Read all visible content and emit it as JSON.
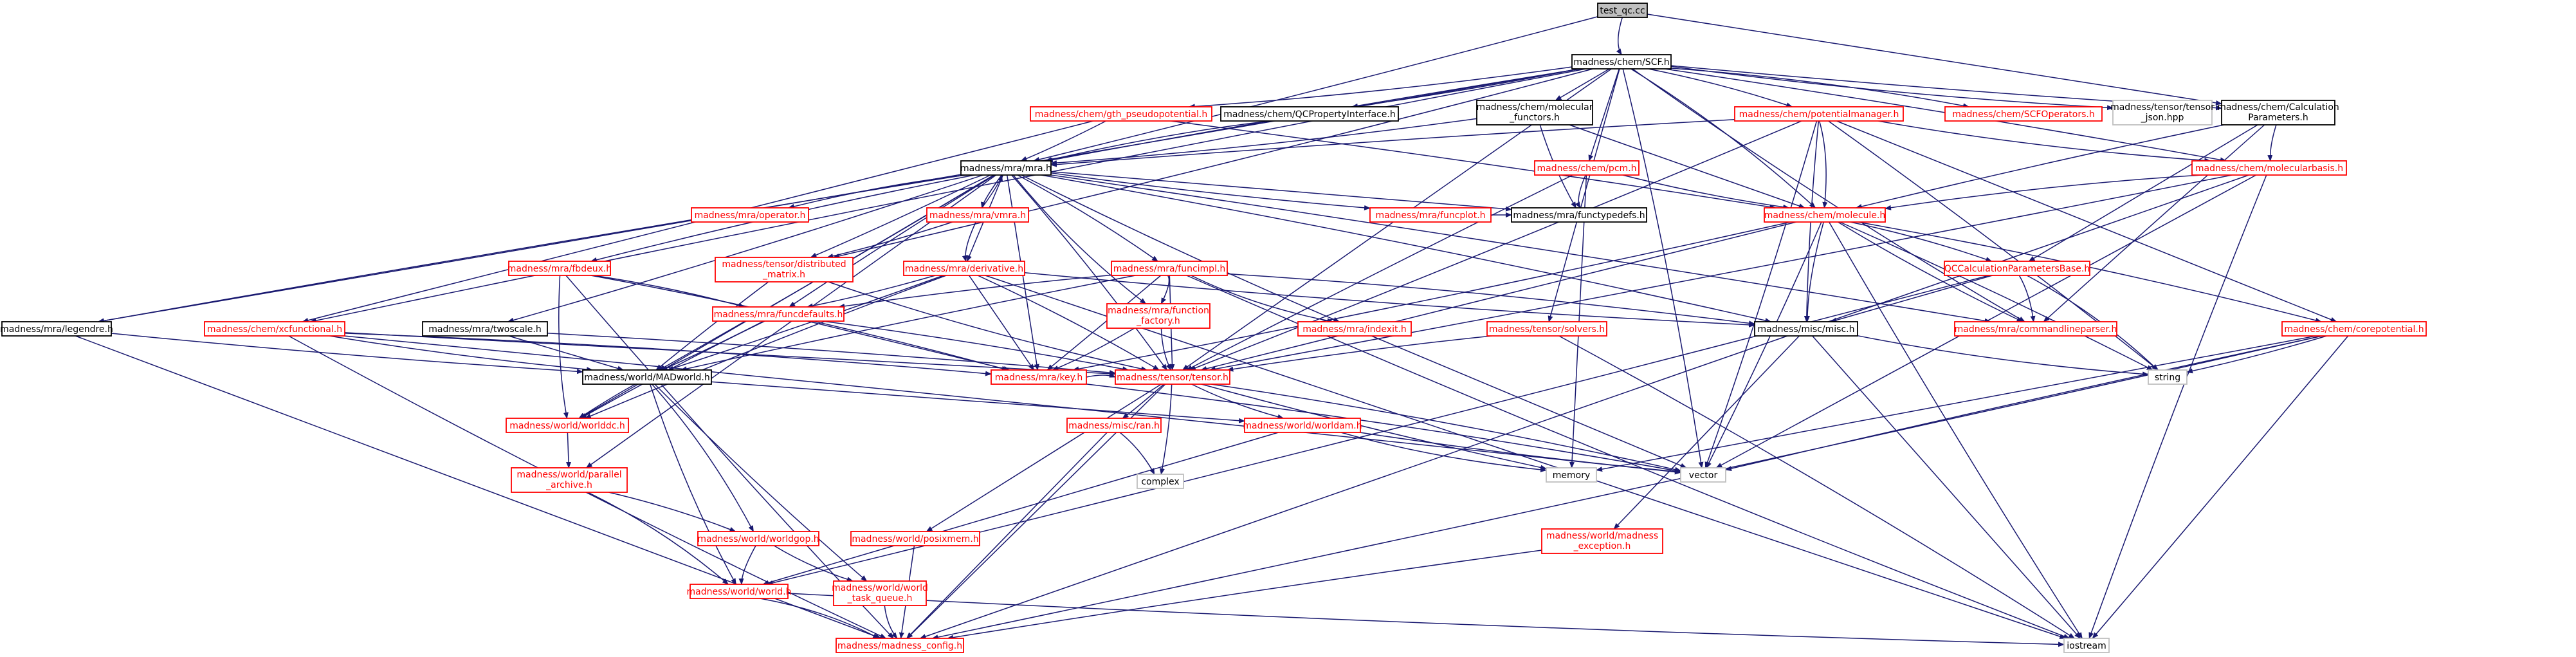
{
  "colors": {
    "edge": "#191970",
    "root_fill": "#bfbfbf",
    "normal_border": "#000000",
    "warn_border": "#ff0000",
    "external_border": "#bfbfbf",
    "normal_text": "#000000",
    "warn_text": "#ff0000"
  },
  "nodes": {
    "test_qc": {
      "label": "test_qc.cc",
      "kind": "root"
    },
    "scf": {
      "label": "madness/chem/SCF.h",
      "kind": "normal"
    },
    "mra": {
      "label": "madness/mra/mra.h",
      "kind": "normal"
    },
    "xcf": {
      "label": "madness/chem/xcfunctional.h",
      "kind": "warn"
    },
    "gthpp": {
      "label": "madness/chem/gth_pseudopotential.h",
      "kind": "warn"
    },
    "qcprop": {
      "label": "madness/chem/QCPropertyInterface.h",
      "kind": "normal"
    },
    "molfun": {
      "lines": [
        "madness/chem/molecular",
        "_functors.h"
      ],
      "kind": "normal"
    },
    "potman": {
      "label": "madness/chem/potentialmanager.h",
      "kind": "warn"
    },
    "scfops": {
      "label": "madness/chem/SCFOperators.h",
      "kind": "warn"
    },
    "tensorjson": {
      "lines": [
        "madness/tensor/tensor",
        "_json.hpp"
      ],
      "kind": "external"
    },
    "calcparams": {
      "lines": [
        "madness/chem/Calculation",
        "Parameters.h"
      ],
      "kind": "normal"
    },
    "pcm": {
      "label": "madness/chem/pcm.h",
      "kind": "warn"
    },
    "molbasis": {
      "label": "madness/chem/molecularbasis.h",
      "kind": "warn"
    },
    "molecule": {
      "label": "madness/chem/molecule.h",
      "kind": "warn"
    },
    "operator": {
      "label": "madness/mra/operator.h",
      "kind": "warn"
    },
    "vmra": {
      "label": "madness/mra/vmra.h",
      "kind": "warn"
    },
    "funcplot": {
      "label": "madness/mra/funcplot.h",
      "kind": "warn"
    },
    "functypedefs": {
      "label": "madness/mra/functypedefs.h",
      "kind": "normal"
    },
    "legendre": {
      "label": "madness/mra/legendre.h",
      "kind": "normal"
    },
    "fbdeux": {
      "label": "madness/mra/fbdeux.h",
      "kind": "warn"
    },
    "twoscale": {
      "label": "madness/mra/twoscale.h",
      "kind": "normal"
    },
    "distmatrix": {
      "lines": [
        "madness/tensor/distributed",
        "_matrix.h"
      ],
      "kind": "warn"
    },
    "derivative": {
      "label": "madness/mra/derivative.h",
      "kind": "warn"
    },
    "funcimpl": {
      "label": "madness/mra/funcimpl.h",
      "kind": "warn"
    },
    "qccalc": {
      "label": "QCCalculationParametersBase.h",
      "kind": "warn"
    },
    "corepot": {
      "label": "madness/chem/corepotential.h",
      "kind": "warn"
    },
    "funcdefaults": {
      "label": "madness/mra/funcdefaults.h",
      "kind": "warn"
    },
    "funcfactory": {
      "lines": [
        "madness/mra/function",
        "_factory.h"
      ],
      "kind": "warn"
    },
    "indexit": {
      "label": "madness/mra/indexit.h",
      "kind": "warn"
    },
    "solvers": {
      "label": "madness/tensor/solvers.h",
      "kind": "warn"
    },
    "misc": {
      "label": "madness/misc/misc.h",
      "kind": "normal"
    },
    "cmdparser": {
      "label": "madness/mra/commandlineparser.h",
      "kind": "warn"
    },
    "madworld": {
      "label": "madness/world/MADworld.h",
      "kind": "normal"
    },
    "key": {
      "label": "madness/mra/key.h",
      "kind": "warn"
    },
    "tensor": {
      "label": "madness/tensor/tensor.h",
      "kind": "warn"
    },
    "string": {
      "label": "string",
      "kind": "external"
    },
    "worlddc": {
      "label": "madness/world/worlddc.h",
      "kind": "warn"
    },
    "ran": {
      "label": "madness/misc/ran.h",
      "kind": "warn"
    },
    "worldam": {
      "label": "madness/world/worldam.h",
      "kind": "warn"
    },
    "memory": {
      "label": "memory",
      "kind": "external"
    },
    "vector": {
      "label": "vector",
      "kind": "external"
    },
    "complex": {
      "label": "complex",
      "kind": "external"
    },
    "pararchive": {
      "lines": [
        "madness/world/parallel",
        "_archive.h"
      ],
      "kind": "warn"
    },
    "worldgop": {
      "label": "madness/world/worldgop.h",
      "kind": "warn"
    },
    "posixmem": {
      "label": "madness/world/posixmem.h",
      "kind": "warn"
    },
    "madexc": {
      "lines": [
        "madness/world/madness",
        "_exception.h"
      ],
      "kind": "warn"
    },
    "world": {
      "label": "madness/world/world.h",
      "kind": "warn"
    },
    "taskqueue": {
      "lines": [
        "madness/world/world",
        "_task_queue.h"
      ],
      "kind": "warn"
    },
    "config": {
      "label": "madness/madness_config.h",
      "kind": "warn"
    },
    "iostream": {
      "label": "iostream",
      "kind": "external"
    }
  },
  "edges": [
    [
      "test_qc",
      "scf"
    ],
    [
      "test_qc",
      "mra"
    ],
    [
      "test_qc",
      "calcparams"
    ],
    [
      "scf",
      "mra"
    ],
    [
      "scf",
      "xcf"
    ],
    [
      "scf",
      "gthpp"
    ],
    [
      "scf",
      "qcprop"
    ],
    [
      "scf",
      "molfun"
    ],
    [
      "scf",
      "potman"
    ],
    [
      "scf",
      "scfops"
    ],
    [
      "scf",
      "tensorjson"
    ],
    [
      "scf",
      "calcparams"
    ],
    [
      "scf",
      "pcm"
    ],
    [
      "scf",
      "molbasis"
    ],
    [
      "scf",
      "molecule"
    ],
    [
      "scf",
      "distmatrix"
    ],
    [
      "scf",
      "legendre"
    ],
    [
      "scf",
      "solvers"
    ],
    [
      "scf",
      "tensor"
    ],
    [
      "scf",
      "vector"
    ],
    [
      "scf",
      "cmdparser"
    ],
    [
      "gthpp",
      "mra"
    ],
    [
      "gthpp",
      "xcf"
    ],
    [
      "gthpp",
      "molecule"
    ],
    [
      "qcprop",
      "mra"
    ],
    [
      "molfun",
      "mra"
    ],
    [
      "molfun",
      "functypedefs"
    ],
    [
      "molfun",
      "molecule"
    ],
    [
      "potman",
      "mra"
    ],
    [
      "potman",
      "molecule"
    ],
    [
      "potman",
      "molbasis"
    ],
    [
      "potman",
      "misc"
    ],
    [
      "potman",
      "corepot"
    ],
    [
      "potman",
      "string"
    ],
    [
      "potman",
      "vector"
    ],
    [
      "potman",
      "tensor"
    ],
    [
      "calcparams",
      "molbasis"
    ],
    [
      "calcparams",
      "qccalc"
    ],
    [
      "calcparams",
      "molecule"
    ],
    [
      "calcparams",
      "cmdparser"
    ],
    [
      "pcm",
      "functypedefs"
    ],
    [
      "pcm",
      "molecule"
    ],
    [
      "pcm",
      "memory"
    ],
    [
      "pcm",
      "tensor"
    ],
    [
      "molbasis",
      "molecule"
    ],
    [
      "molbasis",
      "iostream"
    ],
    [
      "molbasis",
      "tensor"
    ],
    [
      "molbasis",
      "vector"
    ],
    [
      "molbasis",
      "config"
    ],
    [
      "mra",
      "operator"
    ],
    [
      "mra",
      "vmra"
    ],
    [
      "mra",
      "funcplot"
    ],
    [
      "mra",
      "functypedefs"
    ],
    [
      "mra",
      "legendre"
    ],
    [
      "mra",
      "fbdeux"
    ],
    [
      "mra",
      "twoscale"
    ],
    [
      "mra",
      "distmatrix"
    ],
    [
      "mra",
      "derivative"
    ],
    [
      "mra",
      "funcimpl"
    ],
    [
      "mra",
      "funcdefaults"
    ],
    [
      "mra",
      "funcfactory"
    ],
    [
      "mra",
      "indexit"
    ],
    [
      "mra",
      "key"
    ],
    [
      "mra",
      "tensor"
    ],
    [
      "mra",
      "misc"
    ],
    [
      "mra",
      "madworld"
    ],
    [
      "mra",
      "worlddc"
    ],
    [
      "mra",
      "pararchive"
    ],
    [
      "mra",
      "cmdparser"
    ],
    [
      "vmra",
      "mra"
    ],
    [
      "vmra",
      "derivative"
    ],
    [
      "vmra",
      "distmatrix"
    ],
    [
      "funcplot",
      "functypedefs"
    ],
    [
      "molecule",
      "qccalc"
    ],
    [
      "molecule",
      "corepot"
    ],
    [
      "molecule",
      "misc"
    ],
    [
      "molecule",
      "cmdparser"
    ],
    [
      "molecule",
      "tensor"
    ],
    [
      "molecule",
      "string"
    ],
    [
      "molecule",
      "vector"
    ],
    [
      "molecule",
      "key"
    ],
    [
      "molecule",
      "iostream"
    ],
    [
      "qccalc",
      "misc"
    ],
    [
      "qccalc",
      "cmdparser"
    ],
    [
      "qccalc",
      "string"
    ],
    [
      "qccalc",
      "world"
    ],
    [
      "corepot",
      "string"
    ],
    [
      "corepot",
      "memory"
    ],
    [
      "corepot",
      "vector"
    ],
    [
      "corepot",
      "iostream"
    ],
    [
      "corepot",
      "config"
    ],
    [
      "legendre",
      "madworld"
    ],
    [
      "legendre",
      "config"
    ],
    [
      "fbdeux",
      "funcdefaults"
    ],
    [
      "fbdeux",
      "key"
    ],
    [
      "fbdeux",
      "worlddc"
    ],
    [
      "fbdeux",
      "config"
    ],
    [
      "twoscale",
      "madworld"
    ],
    [
      "twoscale",
      "tensor"
    ],
    [
      "distmatrix",
      "madworld"
    ],
    [
      "distmatrix",
      "tensor"
    ],
    [
      "derivative",
      "funcdefaults"
    ],
    [
      "derivative",
      "key"
    ],
    [
      "derivative",
      "tensor"
    ],
    [
      "derivative",
      "worlddc"
    ],
    [
      "derivative",
      "misc"
    ],
    [
      "derivative",
      "madworld"
    ],
    [
      "derivative",
      "iostream"
    ],
    [
      "funcimpl",
      "funcdefaults"
    ],
    [
      "funcimpl",
      "funcfactory"
    ],
    [
      "funcimpl",
      "indexit"
    ],
    [
      "funcimpl",
      "key"
    ],
    [
      "funcimpl",
      "tensor"
    ],
    [
      "funcimpl",
      "madworld"
    ],
    [
      "funcimpl",
      "misc"
    ],
    [
      "funcimpl",
      "iostream"
    ],
    [
      "xcf",
      "madworld"
    ],
    [
      "xcf",
      "tensor"
    ],
    [
      "xcf",
      "vector"
    ],
    [
      "xcf",
      "key"
    ],
    [
      "xcf",
      "config"
    ],
    [
      "funcdefaults",
      "madworld"
    ],
    [
      "funcdefaults",
      "key"
    ],
    [
      "funcdefaults",
      "tensor"
    ],
    [
      "funcdefaults",
      "worlddc"
    ],
    [
      "funcfactory",
      "key"
    ],
    [
      "funcfactory",
      "tensor"
    ],
    [
      "indexit",
      "vector"
    ],
    [
      "solvers",
      "tensor"
    ],
    [
      "solvers",
      "iostream"
    ],
    [
      "misc",
      "string"
    ],
    [
      "misc",
      "madexc"
    ],
    [
      "misc",
      "iostream"
    ],
    [
      "madworld",
      "worlddc"
    ],
    [
      "madworld",
      "worldgop"
    ],
    [
      "madworld",
      "world"
    ],
    [
      "madworld",
      "taskqueue"
    ],
    [
      "madworld",
      "worldam"
    ],
    [
      "key",
      "tensor"
    ],
    [
      "key",
      "vector"
    ],
    [
      "tensor",
      "ran"
    ],
    [
      "tensor",
      "worldam"
    ],
    [
      "tensor",
      "posixmem"
    ],
    [
      "tensor",
      "complex"
    ],
    [
      "tensor",
      "vector"
    ],
    [
      "tensor",
      "config"
    ],
    [
      "tensor",
      "memory"
    ],
    [
      "worlddc",
      "pararchive"
    ],
    [
      "ran",
      "complex"
    ],
    [
      "ran",
      "config"
    ],
    [
      "worldam",
      "memory"
    ],
    [
      "worldam",
      "vector"
    ],
    [
      "worldam",
      "world"
    ],
    [
      "pararchive",
      "worldgop"
    ],
    [
      "pararchive",
      "world"
    ],
    [
      "worldgop",
      "world"
    ],
    [
      "worldgop",
      "taskqueue"
    ],
    [
      "posixmem",
      "config"
    ],
    [
      "madexc",
      "config"
    ],
    [
      "world",
      "config"
    ],
    [
      "world",
      "iostream"
    ],
    [
      "taskqueue",
      "config"
    ]
  ]
}
